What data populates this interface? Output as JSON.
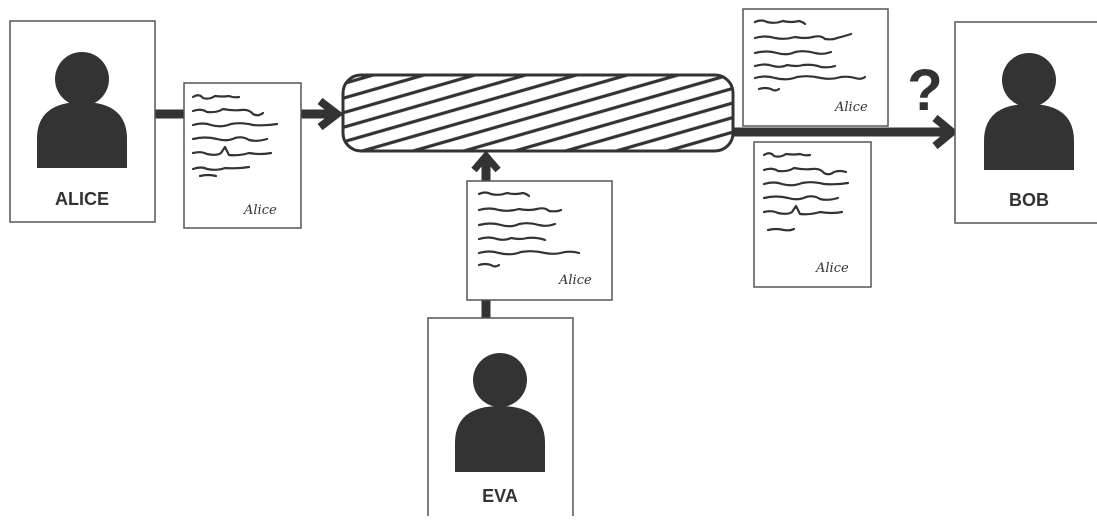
{
  "colors": {
    "dark": "#333333",
    "border": "#555555",
    "background": "#ffffff"
  },
  "people": {
    "alice": {
      "label": "ALICE",
      "icon": "person-icon"
    },
    "bob": {
      "label": "BOB",
      "icon": "person-icon"
    },
    "eva": {
      "label": "EVA",
      "icon": "person-icon"
    }
  },
  "documents": {
    "alice_doc": {
      "signature": "Alice"
    },
    "eva_doc": {
      "signature": "Alice"
    },
    "bob_doc_upper": {
      "signature": "Alice"
    },
    "bob_doc_lower": {
      "signature": "Alice"
    }
  },
  "channel": {
    "icon": "hatched-channel"
  },
  "bob_question": {
    "text": "?"
  }
}
